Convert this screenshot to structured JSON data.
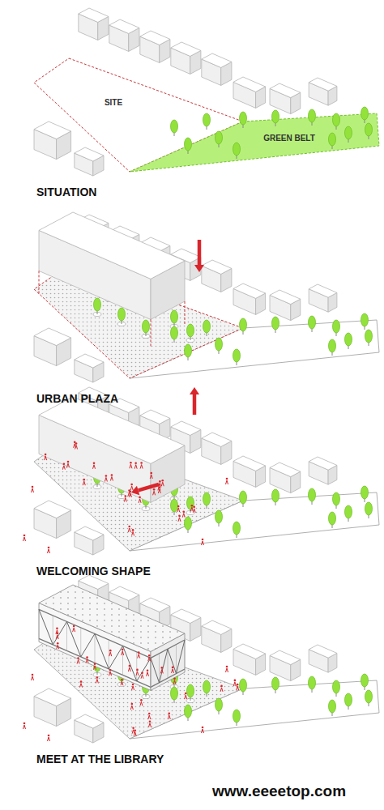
{
  "diagram": {
    "nodes": [
      {
        "text": [
          "SITE"
        ]
      },
      {
        "text": [
          "GREEN BELT"
        ]
      }
    ],
    "labels": [
      "SITUATION",
      "URBAN PLAZA",
      "WELCOMING SHAPE",
      "MEET AT THE LIBRARY",
      "www.eeeetop.com"
    ]
  }
}
